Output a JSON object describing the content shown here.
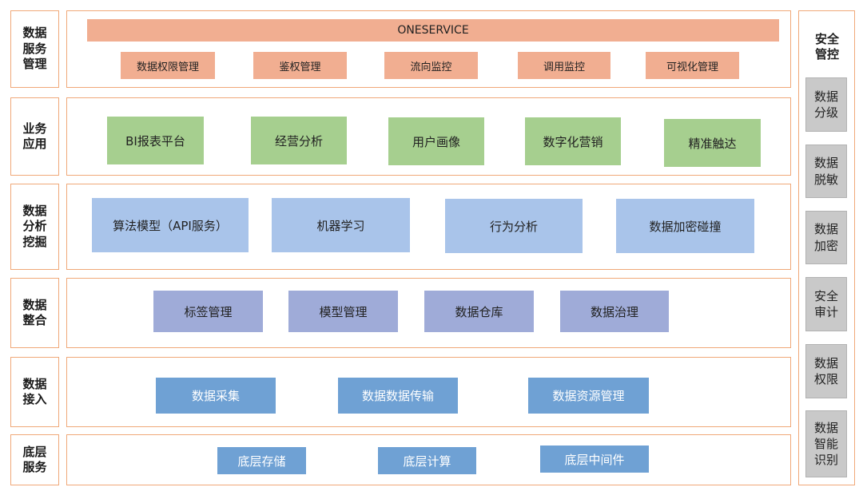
{
  "security": {
    "title": "安全\n管控",
    "items": [
      "数据\n分级",
      "数据\n脱敏",
      "数据\n加密",
      "安全\n审计",
      "数据\n权限",
      "数据\n智能\n识别"
    ]
  },
  "layers": {
    "service": {
      "label": "数据\n服务\n管理",
      "banner": "ONESERVICE",
      "items": [
        "数据权限管理",
        "鉴权管理",
        "流向监控",
        "调用监控",
        "可视化管理"
      ]
    },
    "business": {
      "label": "业务\n应用",
      "items": [
        "BI报表平台",
        "经营分析",
        "用户画像",
        "数字化营销",
        "精准触达"
      ]
    },
    "analysis": {
      "label": "数据\n分析\n挖掘",
      "items": [
        "算法模型（API服务）",
        "机器学习",
        "行为分析",
        "数据加密碰撞"
      ]
    },
    "integration": {
      "label": "数据\n整合",
      "items": [
        "标签管理",
        "模型管理",
        "数据仓库",
        "数据治理"
      ]
    },
    "access": {
      "label": "数据\n接入",
      "items": [
        "数据采集",
        "数据数据传输",
        "数据资源管理"
      ]
    },
    "base": {
      "label": "底层\n服务",
      "items": [
        "底层存储",
        "底层计算",
        "底层中间件"
      ]
    }
  }
}
